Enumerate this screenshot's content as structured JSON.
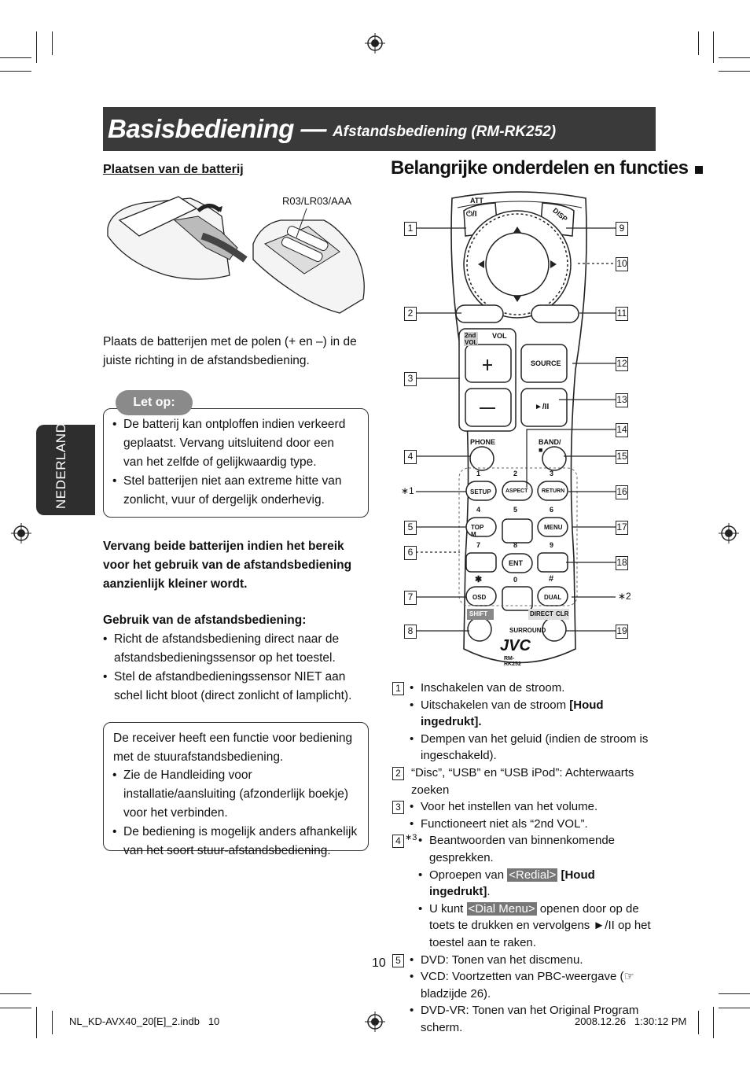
{
  "header": {
    "title": "Basisbediening —",
    "subtitle": "Afstandsbediening (RM-RK252)"
  },
  "side_tab": "NEDERLANDS",
  "battery": {
    "heading": "Plaatsen van de batterij",
    "battery_label": "R03/LR03/AAA",
    "paragraph": "Plaats de batterijen met de polen (+ en –) in de juiste richting in de afstandsbediening."
  },
  "caution": {
    "label": "Let op:",
    "items": [
      "De batterij kan ontploffen indien verkeerd geplaatst. Vervang uitsluitend door een van het zelfde of gelijkwaardig type.",
      "Stel batterijen niet aan extreme hitte van zonlicht, vuur of dergelijk onderhevig."
    ]
  },
  "replace_note": "Vervang beide batterijen indien het bereik voor het gebruik van de afstandsbediening aanzienlijk kleiner wordt.",
  "usage": {
    "heading": "Gebruik van de afstandsbediening:",
    "items": [
      "Richt de afstandsbediening direct naar de afstandsbedieningssensor op het toestel.",
      "Stel de afstandbedieningssensor NIET aan schel licht bloot (direct zonlicht of lamplicht)."
    ]
  },
  "steering": {
    "intro": "De receiver heeft een functie voor bediening met de stuurafstandsbediening.",
    "items": [
      "Zie de Handleiding voor installatie/aansluiting (afzonderlijk boekje) voor het verbinden.",
      "De bediening is mogelijk anders afhankelijk van het soort stuur-afstandsbediening."
    ]
  },
  "parts": {
    "heading": "Belangrijke onderdelen en functies",
    "remote_labels": {
      "att": "ATT",
      "power": "⏻/I",
      "disp": "DISP",
      "vol2": "2nd VOL",
      "vol": "VOL",
      "source": "SOURCE",
      "play": "►/II",
      "phone": "PHONE",
      "band": "BAND/■",
      "setup": "SETUP",
      "aspect": "ASPECT",
      "ret": "RETURN",
      "topm": "TOP M",
      "menu": "MENU",
      "ent": "ENT",
      "osd": "OSD",
      "dual": "DUAL",
      "shift": "SHIFT",
      "direct": "DIRECT",
      "clr": "CLR",
      "surround": "SURROUND",
      "brand": "JVC",
      "model": "RM-RK252",
      "n1": "1",
      "n2": "2",
      "n3": "3",
      "n4": "4",
      "n5": "5",
      "n6": "6",
      "n7": "7",
      "n8": "8",
      "n9": "9",
      "n0": "0",
      "star": "✱",
      "hash": "#"
    },
    "callouts_left": [
      "1",
      "2",
      "3",
      "4",
      "5",
      "6",
      "7",
      "8"
    ],
    "callouts_right": [
      "9",
      "10",
      "11",
      "12",
      "13",
      "14",
      "15",
      "16",
      "17",
      "18",
      "19"
    ],
    "star1": "∗1",
    "star2": "∗2"
  },
  "descriptions": {
    "d1": {
      "num": "1",
      "items": [
        "Inschakelen van de stroom.",
        "Uitschakelen van de stroom",
        "Dempen van het geluid (indien de stroom is ingeschakeld)."
      ],
      "bold_suffix": "[Houd ingedrukt]."
    },
    "d2": {
      "num": "2",
      "text": "“Disc”, “USB” en “USB iPod”: Achterwaarts zoeken"
    },
    "d3": {
      "num": "3",
      "items": [
        "Voor het instellen van het volume.",
        "Functioneert niet als “2nd VOL”."
      ]
    },
    "d4": {
      "num": "4",
      "note": "∗3",
      "item1": "Beantwoorden van binnenkomende gesprekken.",
      "item2_pre": "Oproepen van",
      "item2_hl": "<Redial>",
      "item2_bold": "[Houd ingedrukt]",
      "item2_post": ".",
      "item3_pre": "U kunt",
      "item3_hl": "<Dial Menu>",
      "item3_post": "toets te drukken en vervolgens ►/II op het toestel aan te raken.",
      "item3_mid": "openen door op de"
    },
    "d5": {
      "num": "5",
      "items": [
        "DVD: Tonen van het discmenu.",
        "VCD: Voortzetten van PBC-weergave (☞ bladzijde 26).",
        "DVD-VR: Tonen van het Original Program scherm."
      ]
    }
  },
  "page_number": "10",
  "footer": {
    "file": "NL_KD-AVX40_20[E]_2.indb   10",
    "date": "2008.12.26   1:30:12 PM"
  }
}
